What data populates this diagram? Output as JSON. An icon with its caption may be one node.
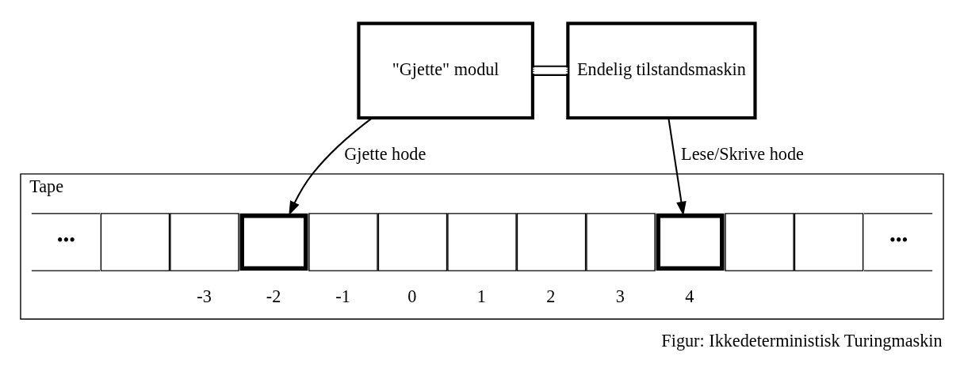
{
  "diagram": {
    "caption": "Figur: Ikkedeterministisk Turingmaskin",
    "nodes": [
      {
        "text": [
          "\"Gjette\" modul"
        ]
      },
      {
        "text": [
          "Endelig tilstandsmaskin"
        ]
      },
      {
        "text": [
          "Tape"
        ]
      },
      {
        "text": [
          "•••"
        ],
        "in": 2
      },
      {
        "text": [],
        "shape": "box",
        "in": 2
      },
      {
        "text": [],
        "shape": "box",
        "in": 2,
        "beside": [
          "-3"
        ]
      },
      {
        "text": [],
        "shape": "box",
        "in": 2,
        "beside": [
          "-2"
        ]
      },
      {
        "text": [],
        "shape": "box",
        "in": 2,
        "beside": [
          "-1"
        ]
      },
      {
        "text": [],
        "shape": "box",
        "in": 2,
        "beside": [
          "0"
        ]
      },
      {
        "text": [],
        "shape": "box",
        "in": 2,
        "beside": [
          "1"
        ]
      },
      {
        "text": [],
        "shape": "box",
        "in": 2,
        "beside": [
          "2"
        ]
      },
      {
        "text": [],
        "shape": "box",
        "in": 2,
        "beside": [
          "3"
        ]
      },
      {
        "text": [],
        "shape": "box",
        "in": 2,
        "beside": [
          "4"
        ]
      },
      {
        "text": [],
        "shape": "box",
        "in": 2
      },
      {
        "text": [],
        "shape": "box",
        "in": 2
      },
      {
        "text": [
          "•••"
        ],
        "in": 2
      }
    ],
    "edges": [
      {
        "from": 0,
        "to": 1,
        "arrow": "none"
      },
      {
        "from": 0,
        "to": 6,
        "arrow": "to",
        "label": "Gjette hode"
      },
      {
        "from": 1,
        "to": 12,
        "arrow": "to",
        "label": "Lese/Skrive hode"
      }
    ]
  }
}
